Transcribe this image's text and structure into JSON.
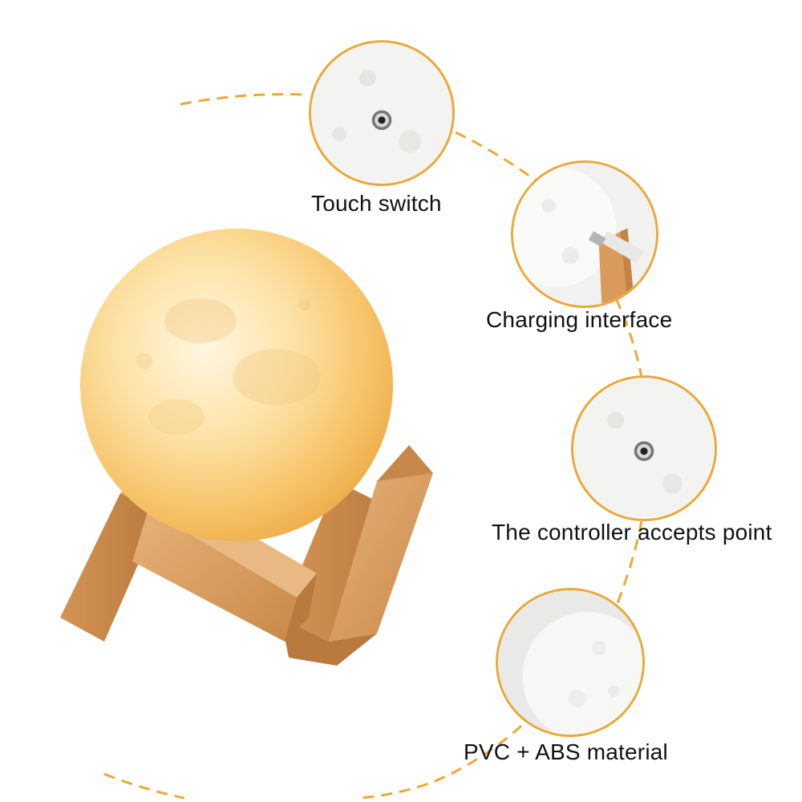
{
  "features": [
    {
      "id": "touch",
      "label": "Touch switch"
    },
    {
      "id": "charging",
      "label": "Charging interface"
    },
    {
      "id": "controller",
      "label": "The controller accepts point"
    },
    {
      "id": "material",
      "label": "PVC + ABS material"
    }
  ],
  "colors": {
    "accent": "#e9a93a",
    "moon_glow": "#f7c46a",
    "wood": "#d99a5a"
  }
}
